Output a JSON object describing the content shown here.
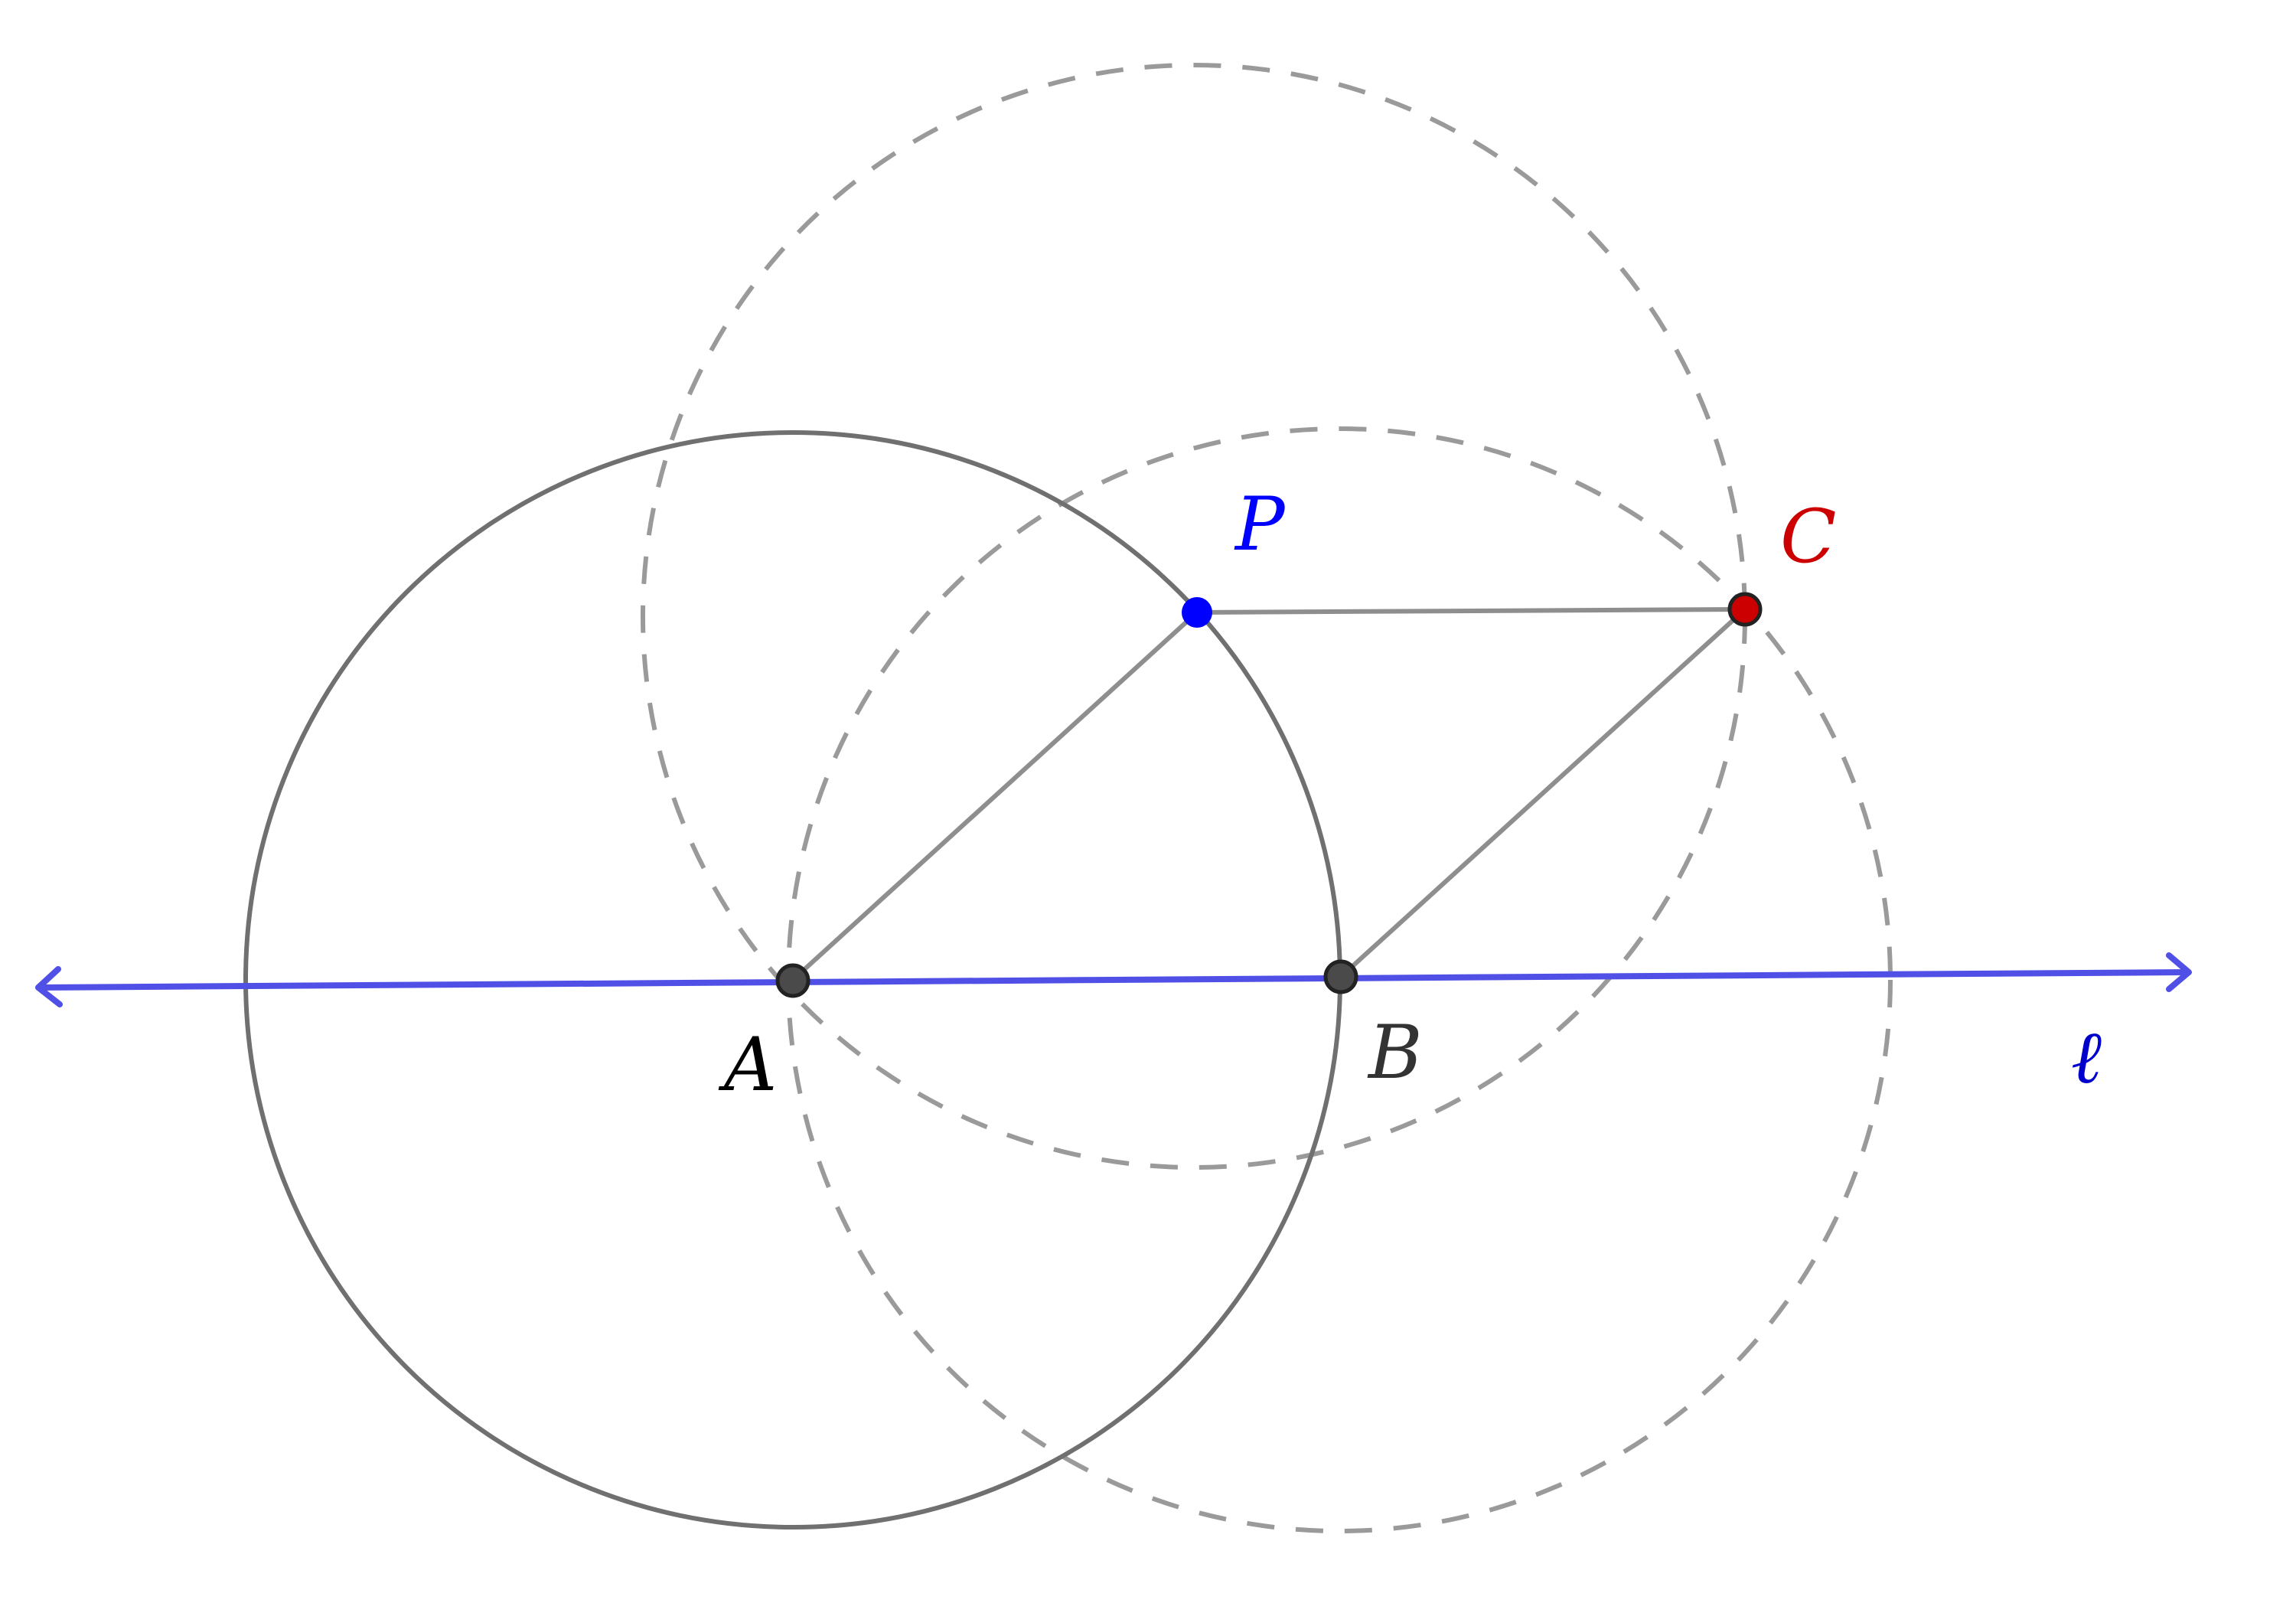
{
  "labels": {
    "A": "A",
    "B": "B",
    "C": "C",
    "P": "P",
    "line": "ℓ"
  },
  "colors": {
    "background": "#ffffff",
    "line_l": "#5050e6",
    "solid_circle": "#707070",
    "dashed_circle": "#9a9a9a",
    "segments": "#8e8e8e",
    "point_A": "#4a4a4a",
    "point_B": "#4a4a4a",
    "point_P": "#0000ff",
    "point_C": "#cc0000",
    "label_A": "#000000",
    "label_B": "#333333",
    "label_P": "#0000ff",
    "label_C": "#cc0000",
    "label_line": "#0000cc"
  },
  "icons": {
    "line_ends": "arrowhead-icon"
  }
}
